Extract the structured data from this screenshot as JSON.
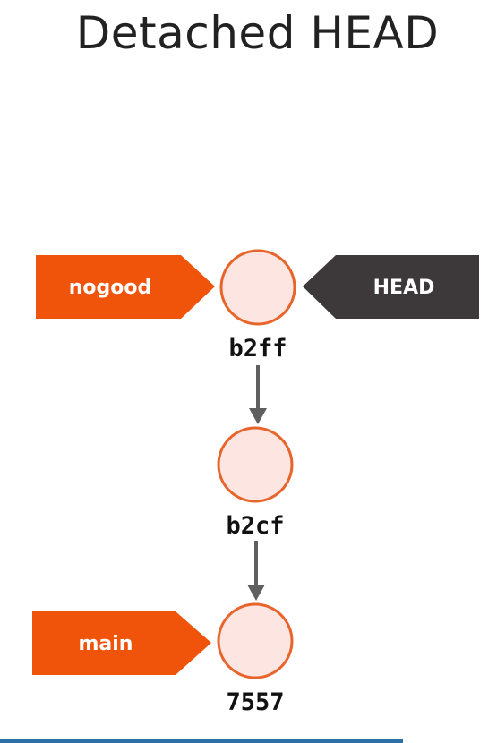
{
  "title": "Detached HEAD",
  "colors": {
    "branch_pointer": "#f0540a",
    "head_pointer": "#3d393b",
    "commit_fill": "#fde6e2",
    "commit_stroke": "#e8642a",
    "arrow": "#5f5f5f",
    "title_text": "#222222"
  },
  "pointers": {
    "nogood": "nogood",
    "head": "HEAD",
    "main": "main"
  },
  "commits": {
    "c1": "b2ff",
    "c2": "b2cf",
    "c3": "7557"
  }
}
